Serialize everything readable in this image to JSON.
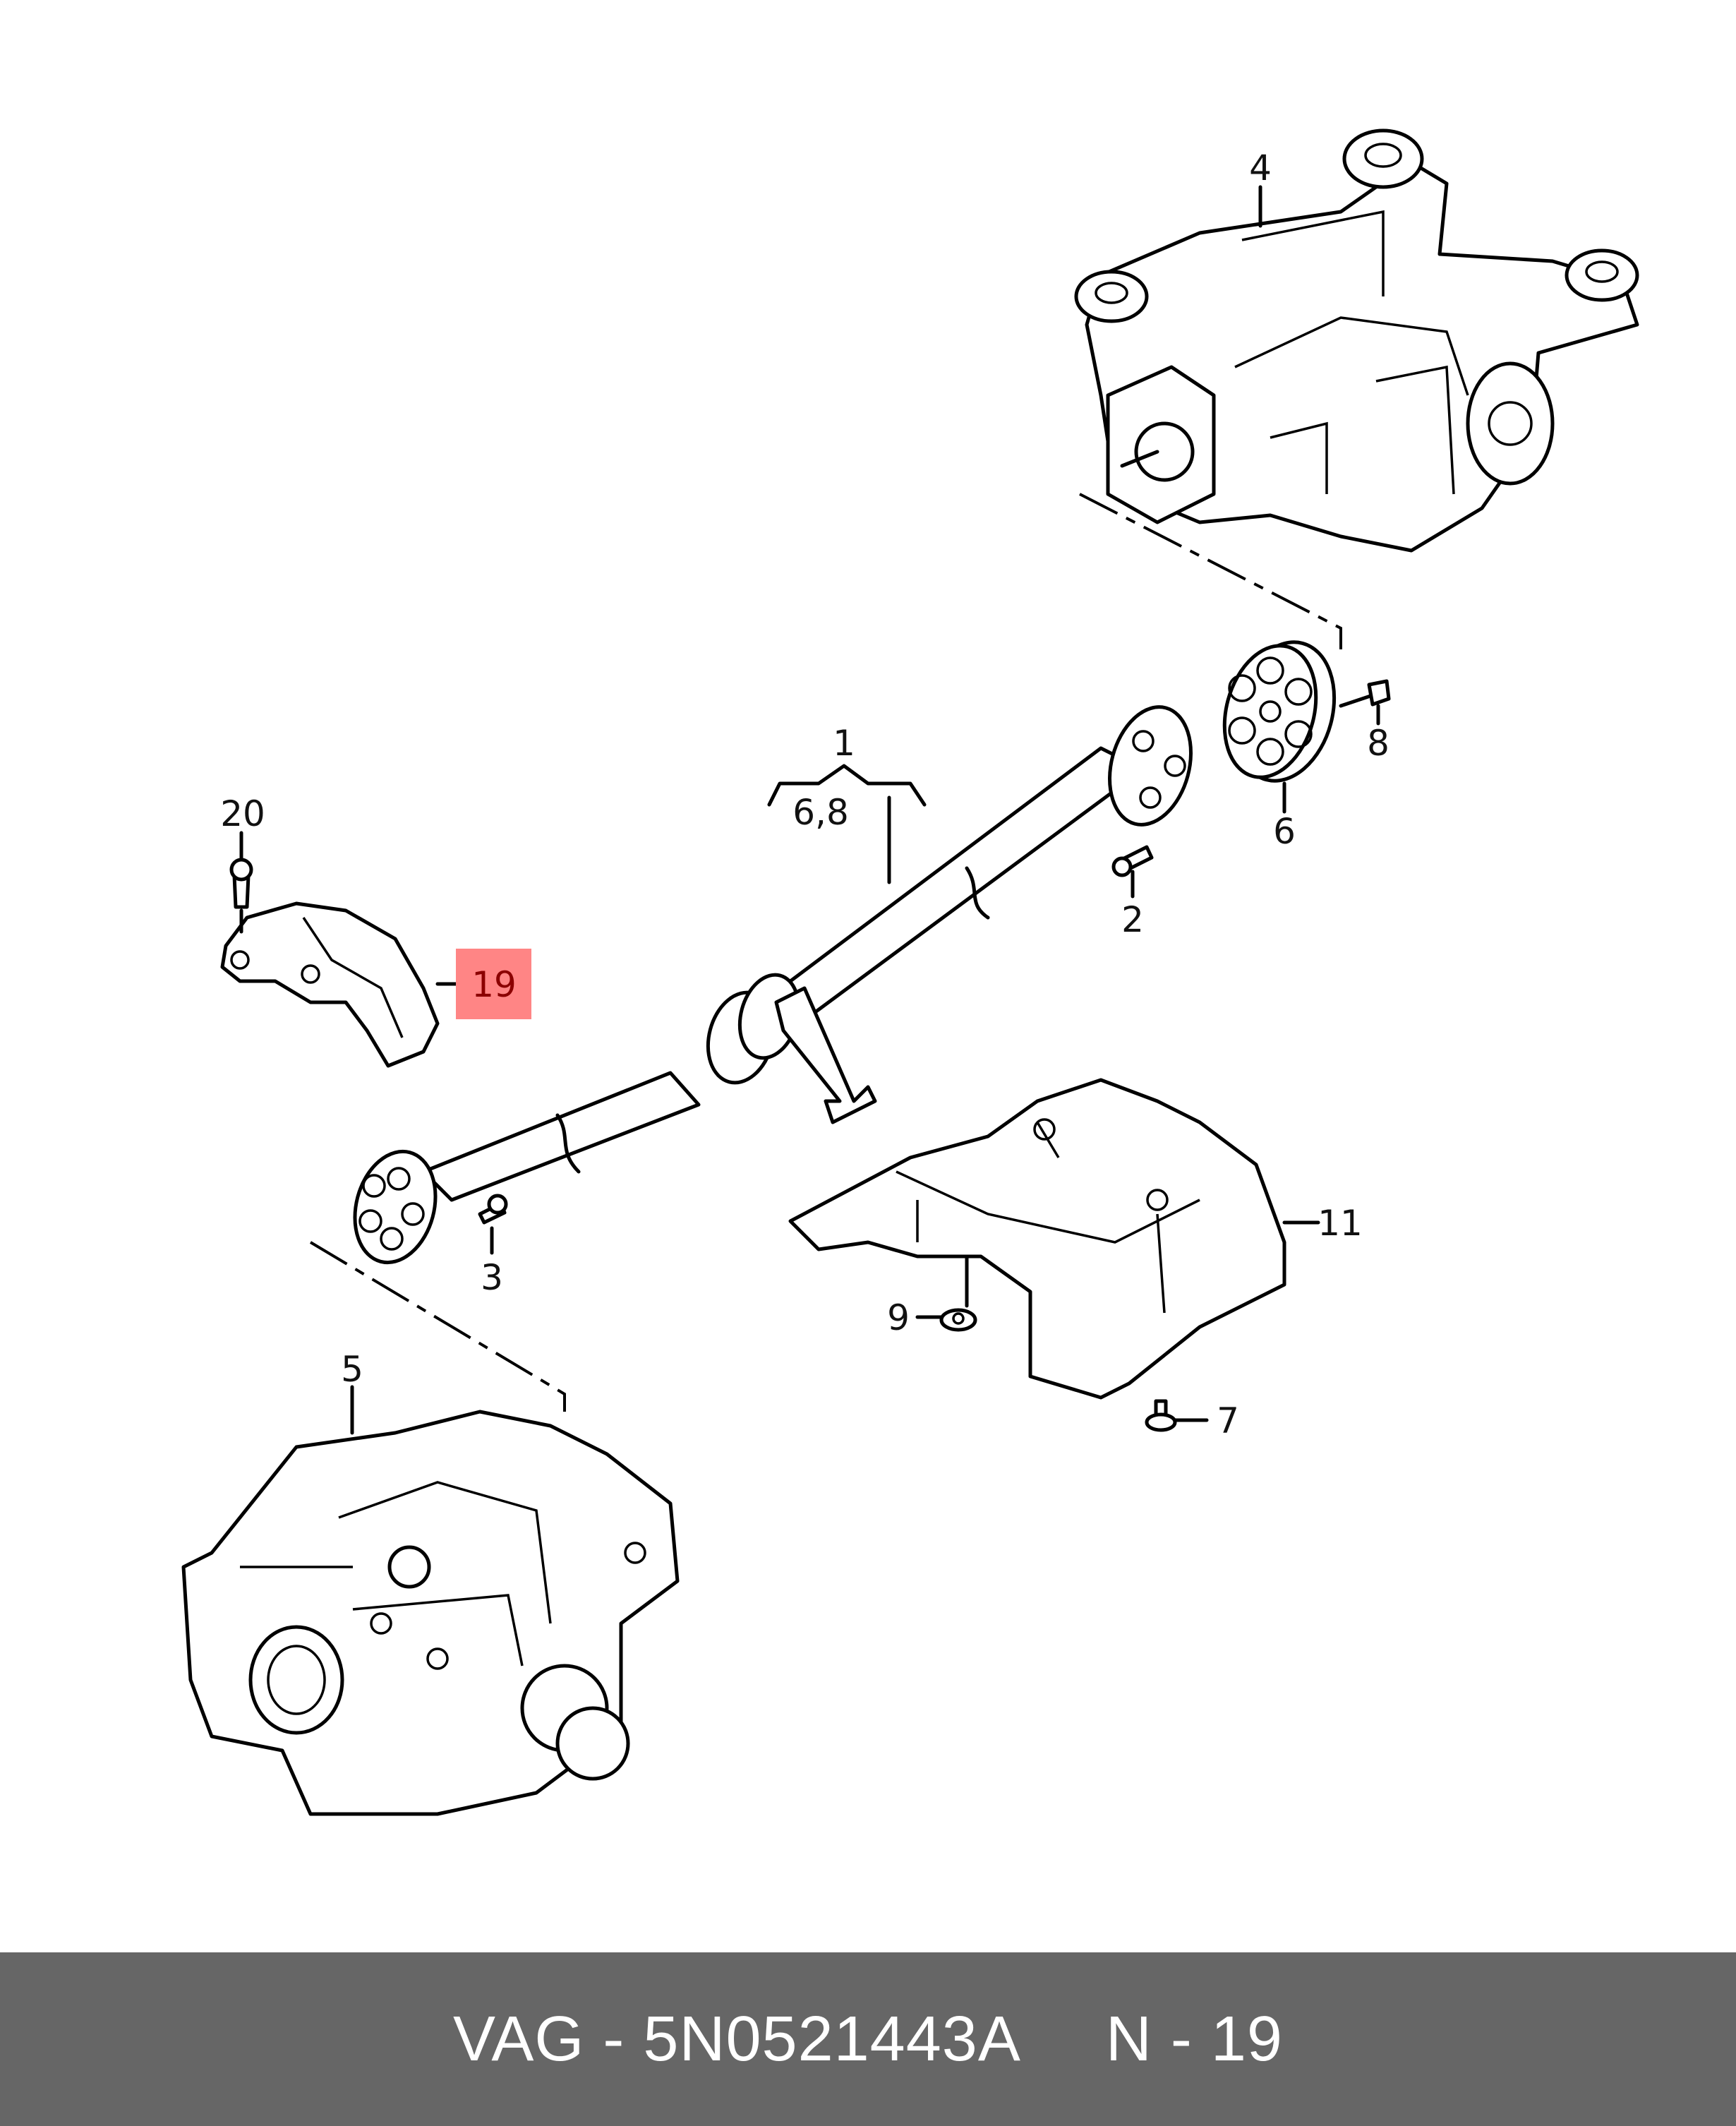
{
  "footer": {
    "brand": "VAG",
    "separator": " - ",
    "part_number": "5N0521443A",
    "ref_prefix": "N - ",
    "ref_number": "19"
  },
  "callouts": {
    "shaft": "1",
    "shaft_sub": "6,8",
    "bolt_rear": "2",
    "bolt_front": "3",
    "rear_diff": "4",
    "gearbox": "5",
    "flex_disc": "6",
    "screw_shield": "7",
    "bolt_disc": "8",
    "nut": "9",
    "heat_shield": "11",
    "shield_small": "19",
    "bolt_shield": "20"
  },
  "highlight_color": "#ff8585"
}
